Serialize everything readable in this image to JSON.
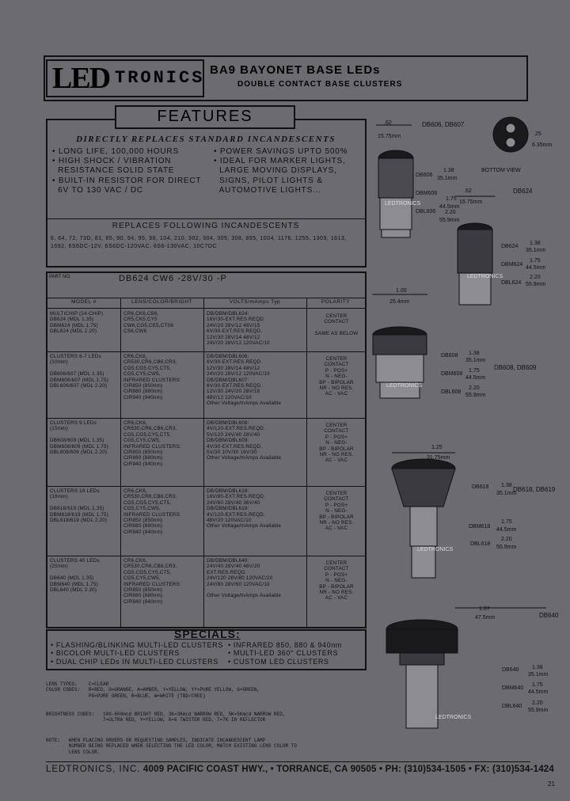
{
  "header": {
    "logo_led": "LED",
    "logo_sub": "TRONICS",
    "title": "BA9 BAYONET BASE LEDs",
    "subtitle": "DOUBLE CONTACT BASE CLUSTERS"
  },
  "features": {
    "title": "FEATURES",
    "tagline": "DIRECTLY REPLACES STANDARD INCANDESCENTS",
    "left": [
      "• LONG LIFE, 100,000 HOURS",
      "• HIGH SHOCK / VIBRATION",
      "  RESISTANCE SOLID STATE",
      "• BUILT-IN RESISTOR FOR DIRECT",
      "  6V TO 130 VAC / DC"
    ],
    "right": [
      "• POWER SAVINGS UPTO 500%",
      "• IDEAL FOR MARKER LIGHTS,",
      "  LARGE MOVING DISPLAYS,",
      "  SIGNS, PILOT LIGHTS &",
      "  AUTOMOTIVE LIGHTS..."
    ],
    "replaces_title": "REPLACES FOLLOWING INCANDESCENTS",
    "replaces_list": "6, 64, 72, 73D, 81, 85, 90, 94, 95, 98, 104, 210, 302, 304, 305, 308, 895, 1004, 1176, 1255, 1309, 1613, 1692, 6S6DC-12V, 6S6DC-120VAC, 6S6-130VAC, 10C7DC"
  },
  "part_table": {
    "part_no_label": "PART NO.",
    "part_no": "DB624 CW6 -28V/30 -P",
    "columns": [
      "MODEL #",
      "LENS/COLOR/BRIGHT",
      "VOLTS/mAmps Typ",
      "POLARITY"
    ],
    "rows": [
      {
        "model": "MULTICHIP (24-CHIP)\nDB624 (MDL 1.35)\nDBM624 (MDL 1.75)\nDBL624 (MDL 2.20)",
        "lens": "CR6,CK6,CB6,\nCR5,CK5,CY5\nCW6,CG5,CE5,CT06\nCS6,CW6",
        "volts": "DB/DBM/DBL624:\n16V/30-EXT.RES.REQD.\n24V/20 28V/12 48V/15\n6V/30-EXT.RES.REQD.\n12V/30 28V/14 48V/12\n24V/20 28V/12 120VAC/10",
        "polarity": "CENTER\nCONTACT\n\nSAME AS BELOW"
      },
      {
        "model": "CLUSTERS 6-7 LEDs\n(10mm)\n\nDB606/607 (MDL 1.35)\nDBM606/607 (MDL 1.75)\nDBL606/607 (MDL 2.20)",
        "lens": "CR6,CK6,\nCR530,CR6,CB6,CR3,\nCG5,CG5,CY5,CT5,\nCG5,CY5,CW5,\nINFRARED CLUSTERS:\nCIR850 (850nm)\nCIR880 (880nm)\nCIR940 (940nm)",
        "volts": "DB/DBM/DBL606:\n6V/30-EXT.RES.REQD.\n12V/30 28V/14 48V/12\n24V/20 28V/12 120VAC/10\nDB/DBM/DBL607:\n6V/30-EXT.RES.REQD.\n12V/30 24V/20 28V/18\n48V/12 120VAC/10\nOther Voltage/mAmps Available",
        "polarity": "CENTER\nCONTACT\nP - POS+\nN - NEG-\nBP - BIPOLAR\nNR - NO RES.\nAC - VAC"
      },
      {
        "model": "CLUSTERS 9 LEDs\n(15mm)\n\nDB608/609 (MDL 1.35)\nDBM608/609 (MDL 1.75)\nDBL608/609 (MDL 2.20)",
        "lens": "CR6,CK6,\nCR530,CR6,CB6,CR3,\nCG5,CG5,CY5,CT5,\nCG5,CY5,CW5,\nINFRARED CLUSTERS:\nCIR850 (850nm)\nCIR880 (880nm)\nCIR940 (940nm)",
        "volts": "DB/DBM/DBL608:\n4V/120-EXT.RES.REQD.\n5V/120 24V/40 28V/40\nDB/DBM/DBL609:\n4V/30-EXT.RES.REQD.\n5V/30 10V/30 16V/30\nOther Voltage/mAmps Available",
        "polarity": "CENTER\nCONTACT\nP - POS+\nN - NEG-\nBP - BIPOLAR\nNR - NO RES.\nAC - VAC"
      },
      {
        "model": "CLUSTERS 18 LEDs\n(18mm)\n\nDB618/619 (MDL 1.35)\nDBM618/619 (MDL 1.75)\nDBL618/619 (MDL 2.20)",
        "lens": "CR6,CK6,\nCR530,CR6,CB6,CR3,\nCG5,CG5,CY5,CT5,\nCG5,CY5,CW5,\nINFRARED CLUSTERS:\nCIR850 (850nm)\nCIR880 (880nm)\nCIR940 (940nm)",
        "volts": "DB/DBM/DBL618:\n16V/80-EXT.RES.REQD.\n24V/60 28V/40 36V/40\nDB/DBM/DBL619:\n4V/120-EXT.RES.REQD.\n48V/20 120VAC/10\nOther Voltage/mAmps Available",
        "polarity": "CENTER\nCONTACT\nP - POS+\nN - NEG-\nBP - BIPOLAR\nNR - NO RES.\nAC - VAC"
      },
      {
        "model": "CLUSTERS 40 LEDs\n(25mm)\n\nDB640 (MDL 1.35)\nDBM640 (MDL 1.75)\nDBL640 (MDL 2.20)",
        "lens": "CR6,CK6,\nCR530,CR6,CB6,CR3,\nCG5,CG5,CY5,CT5,\nCG5,CY5,CW5,\nINFRARED CLUSTERS:\nCIR850 (850nm)\nCIR880 (880nm)\nCIR940 (940nm)",
        "volts": "DB/DBM/DBL640:\n24V/40 28V/40 48V/20\nEXT.RES.REQD.\n24V/120 28V/80 120VAC/20\n24V/80 28V/60 120VAC/10\n\nOther Voltage/mAmps Available",
        "polarity": "CENTER\nCONTACT\nP - POS+\nN - NEG-\nBP - BIPOLAR\nNR - NO RES.\nAC - VAC"
      }
    ]
  },
  "specials": {
    "title": "SPECIALS:",
    "left": [
      "• FLASHING/BLINKING MULTI-LED CLUSTERS",
      "• BICOLOR MULTI-LED CLUSTERS",
      "• DUAL CHIP LEDs IN MULTI-LED CLUSTERS"
    ],
    "right": [
      "• INFRARED 850, 880 & 940nm",
      "• MULTI-LED 360° CLUSTERS",
      "• CUSTOM LED CLUSTERS"
    ]
  },
  "lens_types": "LENS TYPES:    C=CLEAR\nCOLOR CODES:   R=RED, O=ORANGE, A=AMBER, Y=YELLOW, YY=PURE YELLOW, G=GREEN,\n               PG=PURE GREEN, B=BLUE, W=WHITE (TBD/CREE)",
  "brightness": "BRIGHTNESS CODES:   100-600mcd BRIGHT RED, 3K=3Kmcd NARROW RED, 5K=5Kmcd NARROW RED,\n                    7=ULTRA RED, Y=YELLOW, 6=6 TWISTER RED, 7=7K IN REFLECTOR",
  "note": "NOTE:   WHEN PLACING ORDERS OR REQUESTING SAMPLES, INDICATE INCANDESCENT LAMP\n        NUMBER BEING REPLACED WHEN SELECTING THE LED COLOR, MATCH EXISTING LENS COLOR TO\n        LENS COLOR.",
  "footer": {
    "company": "LEDTRONICS, INC.",
    "address": "4009 PACIFIC COAST HWY., • TORRANCE, CA 90505 • PH: (310)534-1505 • FX: (310)534-1424",
    "page": "21"
  },
  "drawings": {
    "d1": {
      "title": "DB606, DB607",
      "dim_top": ".62",
      "dim_top_mm": "15.75mm",
      "bottom_view": "BOTTOM VIEW",
      "bv_dim": ".25",
      "bv_mm": "6.35mm",
      "m1": "DB606",
      "m2": "DBM606",
      "m3": "DBL606",
      "d1": "1.38",
      "d1mm": "35.1mm",
      "d2": "1.75",
      "d2mm": "44.5mm",
      "d3": "2.20",
      "d3mm": "55.9mm",
      "brand": "LEDTRONICS"
    },
    "d2": {
      "title": "DB624",
      "dim_top": ".62",
      "dim_top_mm": "15.75mm",
      "m1": "DB624",
      "m2": "DBM624",
      "m3": "DBL624",
      "d1": "1.38",
      "d1mm": "35.1mm",
      "d2": "1.75",
      "d2mm": "44.5mm",
      "d3": "2.20",
      "d3mm": "55.9mm",
      "brand": "LEDTRONICS"
    },
    "d3": {
      "title": "DB608, DB609",
      "dim_top": "1.00",
      "dim_top_mm": "25.4mm",
      "m1": "DB608",
      "m2": "DBM608",
      "m3": "DBL608",
      "d1": "1.38",
      "d1mm": "35.1mm",
      "d2": "1.75",
      "d2mm": "44.5mm",
      "d3": "2.20",
      "d3mm": "55.9mm",
      "brand": "LEDTRONICS"
    },
    "d4": {
      "title": "DB618, DB619",
      "dim_top": "1.25",
      "dim_top_mm": "31.75mm",
      "m1": "DB618",
      "m2": "DBM618",
      "m3": "DBL618",
      "d1": "1.38",
      "d1mm": "35.1mm",
      "d2": "1.75",
      "d2mm": "44.5mm",
      "d3": "2.20",
      "d3mm": "55.9mm",
      "brand": "LEDTRONICS"
    },
    "d5": {
      "title": "DB640",
      "dim_top": "1.87",
      "dim_top_mm": "47.5mm",
      "m1": "DB640",
      "m2": "DBM640",
      "m3": "DBL640",
      "d1": "1.38",
      "d1mm": "35.1mm",
      "d2": "1.75",
      "d2mm": "44.5mm",
      "d3": "2.20",
      "d3mm": "55.9mm",
      "brand": "LEDTRONICS"
    }
  }
}
